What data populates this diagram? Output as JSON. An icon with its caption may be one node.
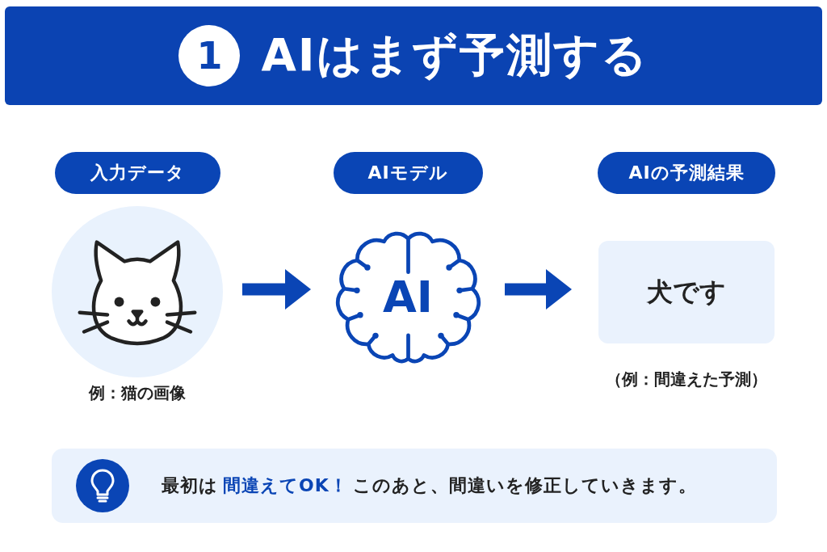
{
  "diagram": {
    "title": "AIはまず予測する",
    "nodes": [
      {
        "text": [
          "入力データ"
        ],
        "beside": [
          "例：猫の画像"
        ]
      },
      {
        "text": [
          "AIモデル",
          "AI"
        ]
      },
      {
        "text": [
          "AIの予測結果",
          "犬です"
        ],
        "beside": [
          "（例：間違えた予測）"
        ]
      },
      {
        "text": [
          "最初は**間違えてOK！**このあと、間違いを修正していきます。"
        ]
      }
    ],
    "edges": [
      {
        "from": 0,
        "to": 1,
        "arrow": "to"
      },
      {
        "from": 1,
        "to": 2,
        "arrow": "to"
      }
    ],
    "labels": [
      "1"
    ]
  }
}
